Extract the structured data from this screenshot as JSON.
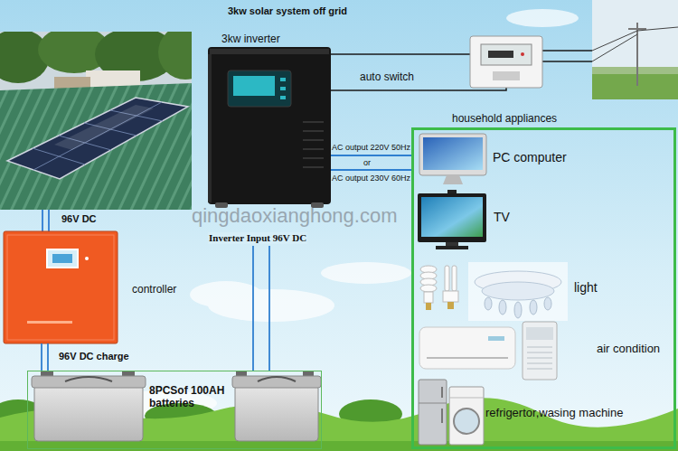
{
  "diagram": {
    "title": "3kw solar system off grid",
    "nodes": [
      {
        "text": [
          "3kw inverter",
          "Inverter Input 96V DC"
        ]
      },
      {
        "text": [
          "household appliances"
        ]
      },
      {
        "text": [
          "PC computer"
        ],
        "in": 1
      },
      {
        "text": [
          "TV"
        ],
        "in": 1
      },
      {
        "text": [
          "light"
        ],
        "in": 1
      },
      {
        "text": [
          "air condition"
        ],
        "in": 1
      },
      {
        "text": [
          "refrigertor,wasing machine"
        ],
        "in": 1
      },
      {
        "text": [
          "controller"
        ]
      },
      {
        "text": [
          "8PCSof 100AH batteries"
        ]
      }
    ],
    "edges": [
      {
        "from": 7,
        "to": 8,
        "arrow": "none",
        "label": "96V DC charge"
      },
      {
        "from": 0,
        "to": 8,
        "arrow": "none"
      },
      {
        "from": 0,
        "to": 1,
        "arrow": "none"
      }
    ],
    "labels": [
      "auto switch",
      "AC output 220V 50Hz",
      "or",
      "AC output 230V 60Hz",
      "96V DC",
      "qingdaoxianghong.com"
    ]
  }
}
